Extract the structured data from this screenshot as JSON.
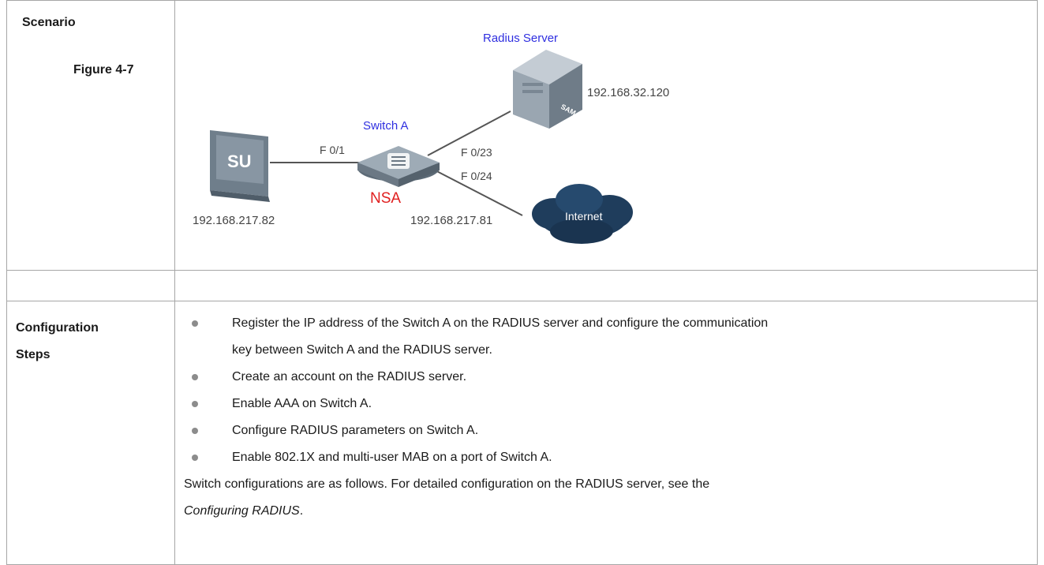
{
  "scenario": {
    "label": "Scenario",
    "figure_label": "Figure 4-7"
  },
  "diagram": {
    "radius_server_label": "Radius Server",
    "radius_server_ip": "192.168.32.120",
    "switch_label": "Switch A",
    "switch_tag": "NSA",
    "port_f01": "F 0/1",
    "port_f023": "F 0/23",
    "port_f024": "F 0/24",
    "client_icon_text": "SU",
    "client_ip": "192.168.217.82",
    "switch_ip": "192.168.217.81",
    "internet_label": "Internet",
    "server_icon_text": "SAM",
    "colors": {
      "blue_label": "#2f2fe0",
      "red_label": "#e02020",
      "device_gray": "#7d8a95",
      "cloud_dark": "#1f3d5c"
    }
  },
  "steps": {
    "label_line1": "Configuration",
    "label_line2": "Steps",
    "items": [
      "Register the IP address of the Switch A on the RADIUS server and configure the communication",
      "key between Switch A and the RADIUS server.",
      "Create an account on the RADIUS server.",
      "Enable AAA on Switch A.",
      "Configure RADIUS parameters on Switch A.",
      "Enable 802.1X and multi-user MAB on a port of Switch A."
    ],
    "note_text": "Switch configurations are as follows. For detailed configuration on the RADIUS server, see the",
    "note_ref": "Configuring RADIUS",
    "note_end": "."
  }
}
